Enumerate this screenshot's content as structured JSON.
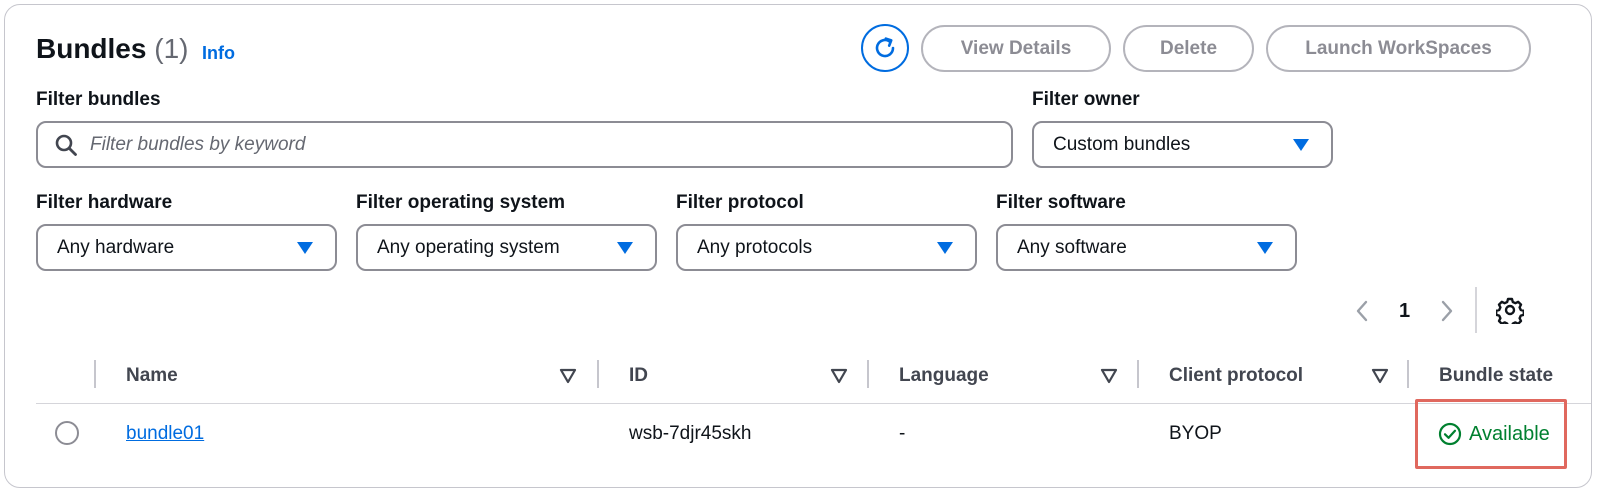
{
  "header": {
    "title": "Bundles",
    "count": "(1)",
    "info_link": "Info",
    "buttons": {
      "refresh_icon": "refresh-icon",
      "view_details": "View Details",
      "delete": "Delete",
      "launch": "Launch WorkSpaces"
    }
  },
  "filters": {
    "bundles": {
      "label": "Filter bundles",
      "placeholder": "Filter bundles by keyword",
      "value": ""
    },
    "owner": {
      "label": "Filter owner",
      "value": "Custom bundles"
    },
    "hardware": {
      "label": "Filter hardware",
      "value": "Any hardware"
    },
    "os": {
      "label": "Filter operating system",
      "value": "Any operating system"
    },
    "protocol": {
      "label": "Filter protocol",
      "value": "Any protocols"
    },
    "software": {
      "label": "Filter software",
      "value": "Any software"
    }
  },
  "pagination": {
    "current_page": "1"
  },
  "table": {
    "columns": [
      "Name",
      "ID",
      "Language",
      "Client protocol",
      "Bundle state"
    ],
    "rows": [
      {
        "name": "bundle01",
        "id": "wsb-7djr45skh",
        "language": "-",
        "client_protocol": "BYOP",
        "state": "Available"
      }
    ]
  },
  "colors": {
    "accent": "#006ce0",
    "status_available": "#00802f",
    "highlight_box": "#e0685e"
  }
}
